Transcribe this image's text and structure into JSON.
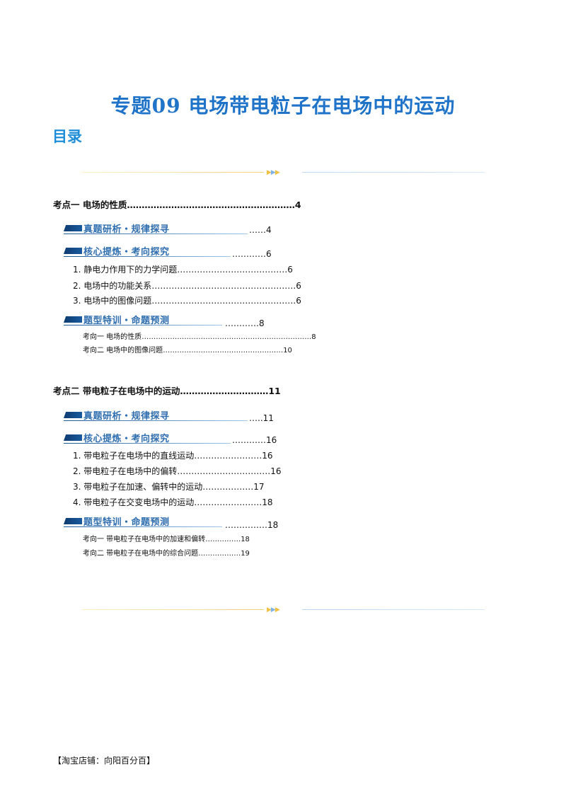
{
  "title": "专题09  电场带电粒子在电场中的运动",
  "toc_heading": "目录",
  "sections": [
    {
      "label": "考点一  电场的性质",
      "dots": "…………………………………………………",
      "page": "4",
      "banners": [
        {
          "text": "真题研析・规律探寻",
          "dots": "……",
          "page": "4"
        },
        {
          "text": "核心提炼・考向探究",
          "dots": "…………",
          "page": "6"
        },
        {
          "text": "题型特训・命题预测",
          "dots": "…………",
          "page": "8"
        }
      ],
      "items": [
        {
          "num": "1.",
          "label": "静电力作用下的力学问题",
          "dots": "…………………………………",
          "page": "6"
        },
        {
          "num": "2.",
          "label": "电场中的功能关系",
          "dots": "……………………………………………",
          "page": "6"
        },
        {
          "num": "3.",
          "label": "电场中的图像问题",
          "dots": "……………………………………………",
          "page": "6"
        }
      ],
      "subitems": [
        {
          "label": "考向一  电场的性质",
          "dots": "………………………………………………………………",
          "page": "8"
        },
        {
          "label": "考向二  电场中的图像问题",
          "dots": "……………………………………………",
          "page": "10"
        }
      ]
    },
    {
      "label": "考点二  带电粒子在电场中的运动",
      "dots": "…………………………",
      "page": "11",
      "banners": [
        {
          "text": "真题研析・规律探寻",
          "dots": "…..",
          "page": "11"
        },
        {
          "text": "核心提炼・考向探究",
          "dots": "…………",
          "page": "16"
        },
        {
          "text": "题型特训・命题预测",
          "dots": "……………",
          "page": "18"
        }
      ],
      "items": [
        {
          "num": "1.",
          "label": "带电粒子在电场中的直线运动",
          "dots": "……………………",
          "page": "16"
        },
        {
          "num": "2.",
          "label": "带电粒子在电场中的偏转",
          "dots": "……………………………",
          "page": "16"
        },
        {
          "num": "3.",
          "label": "带电粒子在加速、偏转中的运动",
          "dots": "………………",
          "page": "17"
        },
        {
          "num": "4.",
          "label": "带电粒子在交变电场中的运动",
          "dots": "……………………",
          "page": "18"
        }
      ],
      "subitems": [
        {
          "label": "考向一  带电粒子在电场中的加速和偏转",
          "dots": "……………",
          "page": "18"
        },
        {
          "label": "考向二  带电粒子在电场中的综合问题",
          "dots": "………………",
          "page": "19"
        }
      ]
    }
  ],
  "footer": "【淘宝店铺：向阳百分百】",
  "colors": {
    "title": "#1f73c8",
    "heading": "#1f8ed8",
    "banner_text": "#2f6eaf",
    "banner_bar": "#0d3b6e"
  }
}
